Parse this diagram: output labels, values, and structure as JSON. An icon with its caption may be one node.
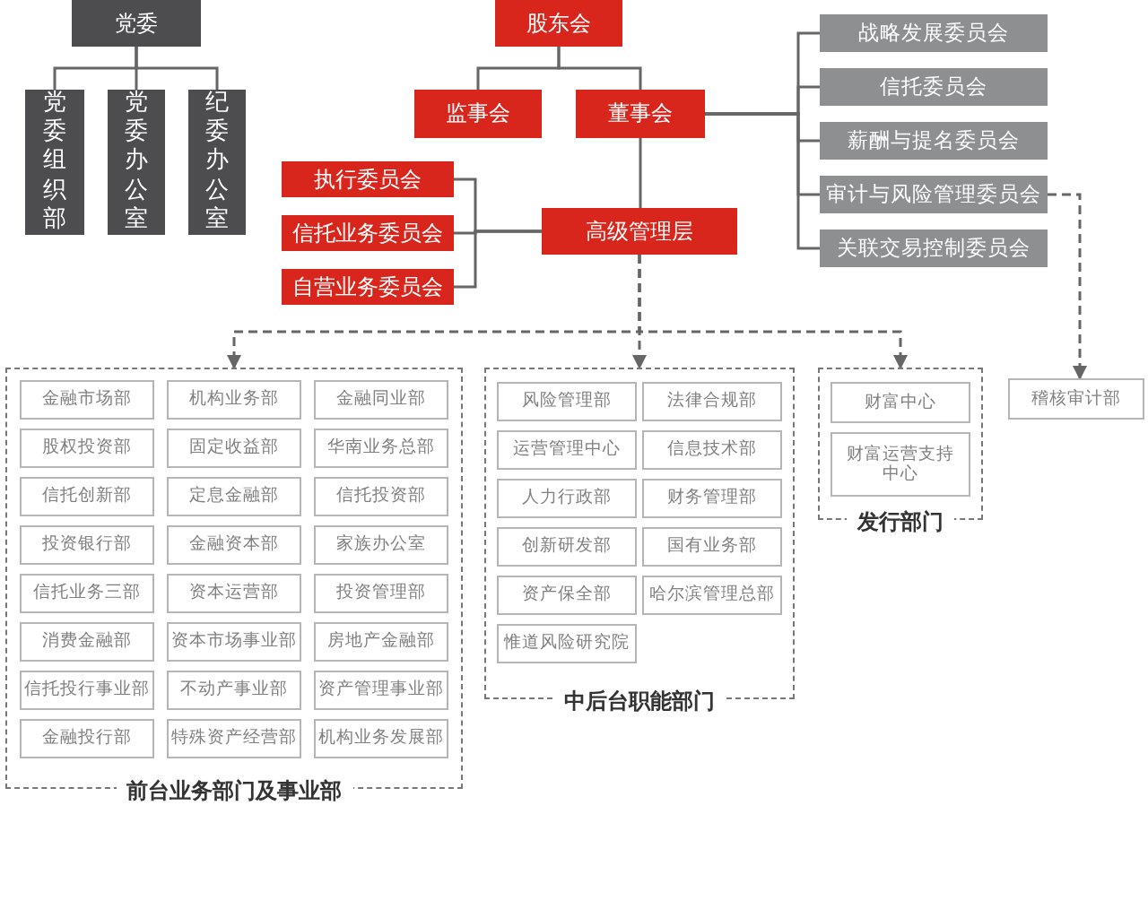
{
  "diagram": {
    "nodes": [
      {
        "text": [
          "党委"
        ]
      },
      {
        "text": [
          "党委组织部"
        ]
      },
      {
        "text": [
          "党委办公室"
        ]
      },
      {
        "text": [
          "纪委办公室"
        ]
      },
      {
        "text": [
          "股东会"
        ]
      },
      {
        "text": [
          "监事会"
        ]
      },
      {
        "text": [
          "董事会"
        ]
      },
      {
        "text": [
          "战略发展委员会"
        ]
      },
      {
        "text": [
          "信托委员会"
        ]
      },
      {
        "text": [
          "薪酬与提名委员会"
        ]
      },
      {
        "text": [
          "审计与风险管理委员会"
        ]
      },
      {
        "text": [
          "关联交易控制委员会"
        ]
      },
      {
        "text": [
          "高级管理层"
        ]
      },
      {
        "text": [
          "执行委员会"
        ]
      },
      {
        "text": [
          "信托业务委员会"
        ]
      },
      {
        "text": [
          "自营业务委员会"
        ]
      },
      {
        "text": [
          "前台业务部门及事业部"
        ]
      },
      {
        "text": [
          "金融市场部"
        ],
        "in": 16
      },
      {
        "text": [
          "机构业务部"
        ],
        "in": 16
      },
      {
        "text": [
          "金融同业部"
        ],
        "in": 16
      },
      {
        "text": [
          "股权投资部"
        ],
        "in": 16
      },
      {
        "text": [
          "固定收益部"
        ],
        "in": 16
      },
      {
        "text": [
          "华南业务总部"
        ],
        "in": 16
      },
      {
        "text": [
          "信托创新部"
        ],
        "in": 16
      },
      {
        "text": [
          "定息金融部"
        ],
        "in": 16
      },
      {
        "text": [
          "信托投资部"
        ],
        "in": 16
      },
      {
        "text": [
          "投资银行部"
        ],
        "in": 16
      },
      {
        "text": [
          "金融资本部"
        ],
        "in": 16
      },
      {
        "text": [
          "家族办公室"
        ],
        "in": 16
      },
      {
        "text": [
          "信托业务三部"
        ],
        "in": 16
      },
      {
        "text": [
          "资本运营部"
        ],
        "in": 16
      },
      {
        "text": [
          "投资管理部"
        ],
        "in": 16
      },
      {
        "text": [
          "消费金融部"
        ],
        "in": 16
      },
      {
        "text": [
          "资本市场事业部"
        ],
        "in": 16
      },
      {
        "text": [
          "房地产金融部"
        ],
        "in": 16
      },
      {
        "text": [
          "信托投行事业部"
        ],
        "in": 16
      },
      {
        "text": [
          "不动产事业部"
        ],
        "in": 16
      },
      {
        "text": [
          "资产管理事业部"
        ],
        "in": 16
      },
      {
        "text": [
          "金融投行部"
        ],
        "in": 16
      },
      {
        "text": [
          "特殊资产经营部"
        ],
        "in": 16
      },
      {
        "text": [
          "机构业务发展部"
        ],
        "in": 16
      },
      {
        "text": [
          "中后台职能部门"
        ]
      },
      {
        "text": [
          "风险管理部"
        ],
        "in": 41
      },
      {
        "text": [
          "法律合规部"
        ],
        "in": 41
      },
      {
        "text": [
          "运营管理中心"
        ],
        "in": 41
      },
      {
        "text": [
          "信息技术部"
        ],
        "in": 41
      },
      {
        "text": [
          "人力行政部"
        ],
        "in": 41
      },
      {
        "text": [
          "财务管理部"
        ],
        "in": 41
      },
      {
        "text": [
          "创新研发部"
        ],
        "in": 41
      },
      {
        "text": [
          "国有业务部"
        ],
        "in": 41
      },
      {
        "text": [
          "资产保全部"
        ],
        "in": 41
      },
      {
        "text": [
          "哈尔滨管理总部"
        ],
        "in": 41
      },
      {
        "text": [
          "惟道风险研究院"
        ],
        "in": 41
      },
      {
        "text": [
          "发行部门"
        ]
      },
      {
        "text": [
          "财富中心"
        ],
        "in": 53
      },
      {
        "text": [
          "财富运营支持中心"
        ],
        "in": 53
      },
      {
        "text": [
          "稽核审计部"
        ]
      }
    ],
    "edges": [
      {
        "from": 0,
        "to": 1,
        "arrow": "none"
      },
      {
        "from": 0,
        "to": 2,
        "arrow": "none"
      },
      {
        "from": 0,
        "to": 3,
        "arrow": "none"
      },
      {
        "from": 4,
        "to": 5,
        "arrow": "none"
      },
      {
        "from": 4,
        "to": 6,
        "arrow": "none"
      },
      {
        "from": 6,
        "to": 7,
        "arrow": "none"
      },
      {
        "from": 6,
        "to": 8,
        "arrow": "none"
      },
      {
        "from": 6,
        "to": 9,
        "arrow": "none"
      },
      {
        "from": 6,
        "to": 10,
        "arrow": "none"
      },
      {
        "from": 6,
        "to": 11,
        "arrow": "none"
      },
      {
        "from": 6,
        "to": 12,
        "arrow": "none"
      },
      {
        "from": 13,
        "to": 12,
        "arrow": "none"
      },
      {
        "from": 14,
        "to": 12,
        "arrow": "none"
      },
      {
        "from": 15,
        "to": 12,
        "arrow": "none"
      },
      {
        "from": 12,
        "to": 16,
        "arrow": "to",
        "style": "dashed"
      },
      {
        "from": 12,
        "to": 41,
        "arrow": "to",
        "style": "dashed"
      },
      {
        "from": 12,
        "to": 53,
        "arrow": "to",
        "style": "dashed"
      },
      {
        "from": 10,
        "to": 56,
        "arrow": "to",
        "style": "dashed"
      }
    ]
  }
}
